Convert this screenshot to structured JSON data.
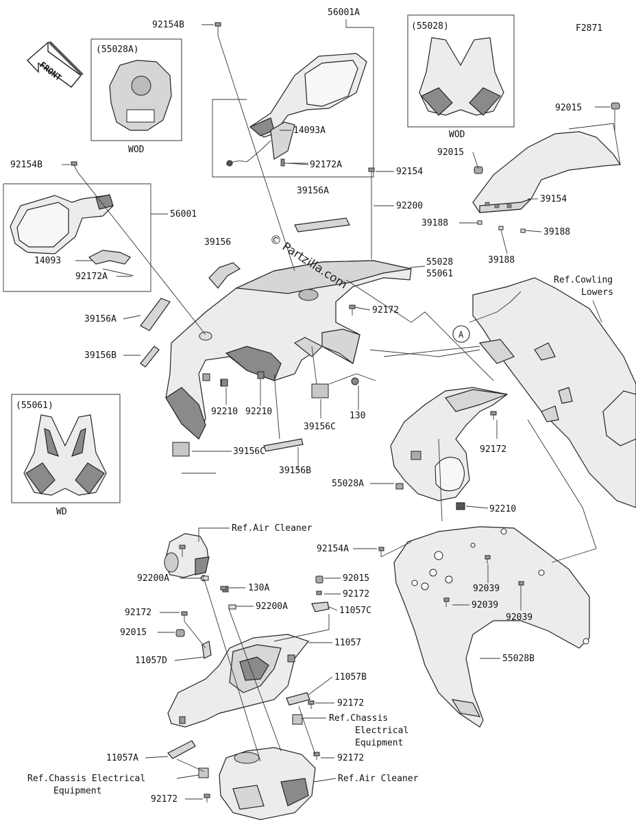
{
  "figure_code": "F2871",
  "watermark": "© Partzilla.com",
  "front_label": "FRONT",
  "circle_ref": "A",
  "insets": {
    "i55028A": {
      "code": "(55028A)",
      "variant": "WOD"
    },
    "i55028": {
      "code": "(55028)",
      "variant": "WOD"
    },
    "i55061": {
      "code": "(55061)",
      "variant": "WD"
    }
  },
  "labels": {
    "p92154B_top": "92154B",
    "p56001A": "56001A",
    "p14093A": "14093A",
    "p92172A_top": "92172A",
    "p92015_top": "92015",
    "p92154B_left": "92154B",
    "p56001": "56001",
    "p14093": "14093",
    "p92172A_left": "92172A",
    "p39156A_top": "39156A",
    "p92154_top": "92154",
    "p92200": "92200",
    "p92015_mid": "92015",
    "p39154": "39154",
    "p39188_a": "39188",
    "p39188_b": "39188",
    "p39188_c": "39188",
    "p39156": "39156",
    "p55028": "55028",
    "p55061": "55061",
    "p92172_center": "92172",
    "p39156A_left": "39156A",
    "p39156B_left": "39156B",
    "p92210_a": "92210",
    "p92210_b": "92210",
    "p130": "130",
    "p39156C_mid": "39156C",
    "p39156C_left": "39156C",
    "p39156B_bottom": "39156B",
    "p92172_right": "92172",
    "p55028A": "55028A",
    "p92210_right": "92210",
    "p92154A": "92154A",
    "p92039_a": "92039",
    "p92039_b": "92039",
    "p92039_c": "92039",
    "p55028B": "55028B",
    "p92200A_left": "92200A",
    "p130A": "130A",
    "p92200A_mid": "92200A",
    "p92015_low": "92015",
    "p92172_low1": "92172",
    "p11057C": "11057C",
    "p92172_left": "92172",
    "p92015_left": "92015",
    "p11057": "11057",
    "p11057D": "11057D",
    "p11057B": "11057B",
    "p92172_low2": "92172",
    "p92172_low3": "92172",
    "p11057A": "11057A",
    "p92172_bottom": "92172"
  },
  "refs": {
    "cowling_1": "Ref.Cowling",
    "cowling_2": "Lowers",
    "air_cleaner_top": "Ref.Air Cleaner",
    "air_cleaner_bottom": "Ref.Air Cleaner",
    "chassis_right_1": "Ref.Chassis",
    "chassis_right_2": "Electrical",
    "chassis_right_3": "Equipment",
    "chassis_left_1": "Ref.Chassis Electrical",
    "chassis_left_2": "Equipment"
  }
}
